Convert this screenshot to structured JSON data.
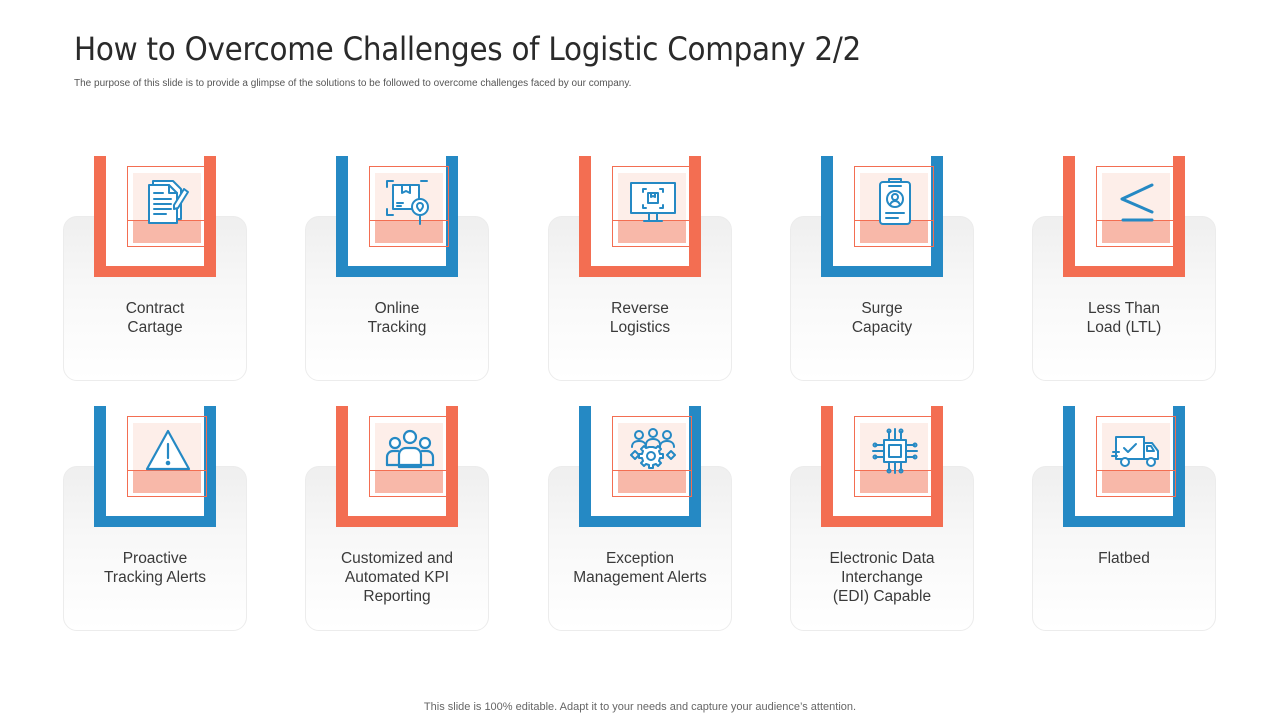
{
  "header": {
    "title": "How to Overcome Challenges of Logistic Company 2/2",
    "subtitle": "The purpose of this slide is to provide a glimpse of the solutions to be followed to overcome challenges faced by our company."
  },
  "colors": {
    "accent_orange": "#f36e52",
    "accent_blue": "#2589c4"
  },
  "cards": [
    {
      "label": "Contract\nCartage",
      "icon": "contract-document-icon",
      "color": "orange"
    },
    {
      "label": "Online\nTracking",
      "icon": "package-tracking-icon",
      "color": "blue"
    },
    {
      "label": "Reverse\nLogistics",
      "icon": "monitor-box-icon",
      "color": "orange"
    },
    {
      "label": "Surge\nCapacity",
      "icon": "clipboard-person-icon",
      "color": "blue"
    },
    {
      "label": "Less Than\nLoad (LTL)",
      "icon": "less-than-or-equal-icon",
      "color": "orange"
    },
    {
      "label": "Proactive\nTracking Alerts",
      "icon": "warning-icon",
      "color": "blue"
    },
    {
      "label": "Customized and\nAutomated KPI\nReporting",
      "icon": "team-icon",
      "color": "orange"
    },
    {
      "label": "Exception\nManagement Alerts",
      "icon": "team-gear-icon",
      "color": "blue"
    },
    {
      "label": "Electronic Data\nInterchange\n(EDI) Capable",
      "icon": "chip-icon",
      "color": "orange"
    },
    {
      "label": "Flatbed",
      "icon": "truck-icon",
      "color": "blue"
    }
  ],
  "footer": {
    "text": "This slide is 100% editable. Adapt it to your needs and capture your audience’s attention."
  }
}
